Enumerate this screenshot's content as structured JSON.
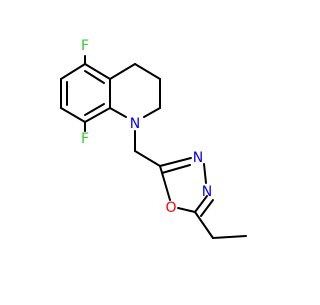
{
  "molecule": {
    "atom_labels": {
      "f_top": "F",
      "f_bottom": "F",
      "n_ring": "N",
      "n_oxadiazole_1": "N",
      "n_oxadiazole_2": "N",
      "o_oxadiazole": "O"
    },
    "colors": {
      "bond": "#000000",
      "fluorine": "#33cc33",
      "nitrogen": "#0000ff",
      "oxygen": "#ff0000"
    }
  }
}
